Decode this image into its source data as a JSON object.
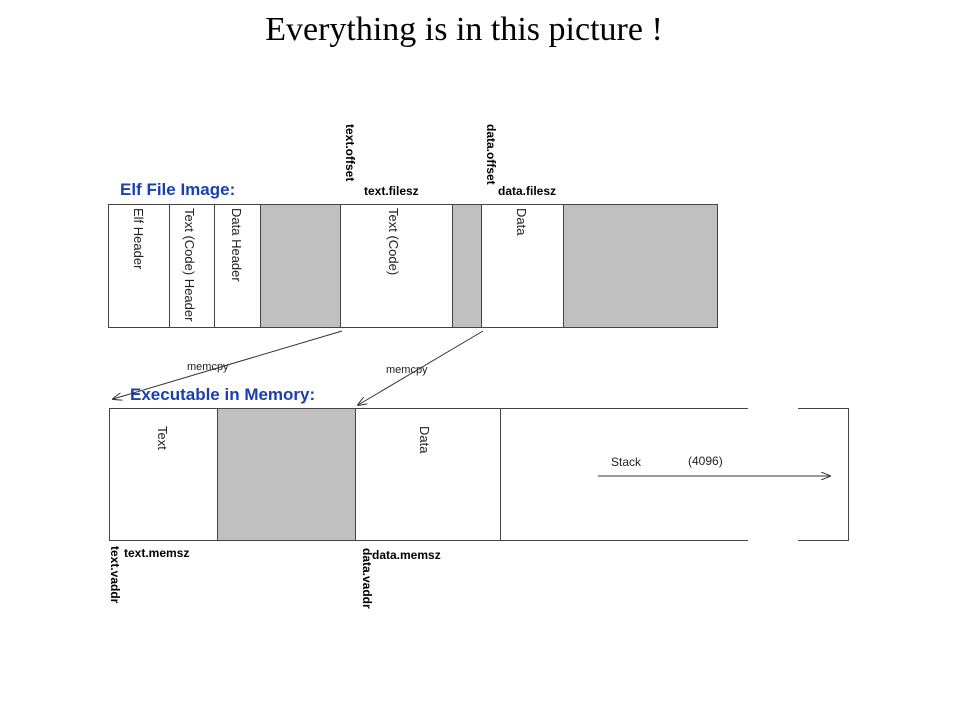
{
  "title": "Everything is in this picture !",
  "elf_file_image": {
    "heading": "Elf File Image:",
    "text_offset": "text.offset",
    "text_filesz": "text.filesz",
    "data_offset": "data.offset",
    "data_filesz": "data.filesz",
    "cells": {
      "elf_header": "Elf Header",
      "text_code_header": "Text (Code) Header",
      "data_header": "Data Header",
      "text_code": "Text (Code)",
      "data": "Data"
    }
  },
  "copy_arrows": {
    "left": "memcpy",
    "right": "memcpy"
  },
  "executable_in_memory": {
    "heading": "Executable in Memory:",
    "cells": {
      "text": "Text",
      "data": "Data",
      "stack": "Stack",
      "stack_size": "(4096)"
    },
    "text_memsz": "text.memsz",
    "text_vaddr": "text.vaddr",
    "data_memsz": "data.memsz",
    "data_vaddr": "data.vaddr"
  },
  "colors": {
    "heading_blue": "#1a3fb0",
    "gap_gray": "#c0c0c0"
  }
}
